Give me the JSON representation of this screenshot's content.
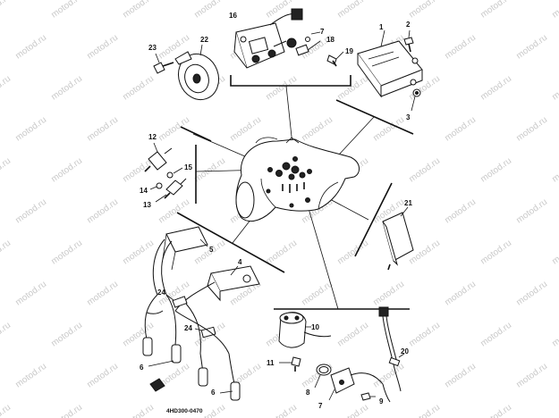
{
  "watermark": "motod.ru",
  "diagram_code": "4HD300-0470",
  "callouts": {
    "c1": "1",
    "c2": "2",
    "c3": "3",
    "c4": "4",
    "c5": "5",
    "c6a": "6",
    "c6b": "6",
    "c7a": "7",
    "c7b": "7",
    "c8": "8",
    "c9": "9",
    "c10": "10",
    "c11": "11",
    "c12": "12",
    "c13": "13",
    "c14": "14",
    "c15": "15",
    "c16": "16",
    "c18": "18",
    "c19": "19",
    "c20": "20",
    "c21": "21",
    "c22": "22",
    "c23": "23",
    "c24a": "24",
    "c24b": "24"
  }
}
